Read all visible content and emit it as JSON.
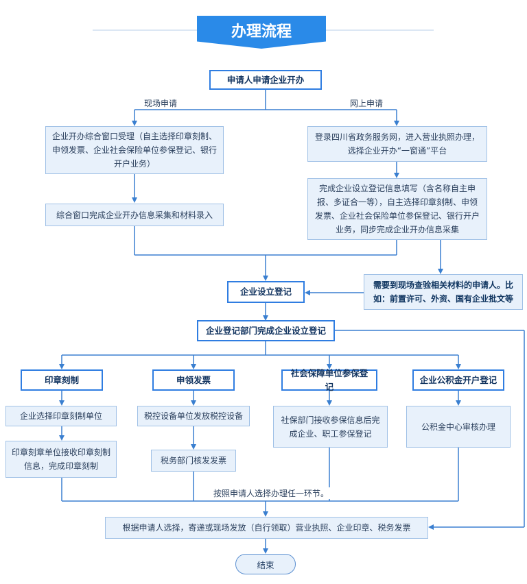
{
  "title": "办理流程",
  "nodes": {
    "applicant": "申请人申请企业开办",
    "onsite_branch": "现场申请",
    "online_branch": "网上申请",
    "window_accept": "企业开办综合窗口受理（自主选择印章刻制、申领发票、企业社会保险单位参保登记、银行开户业务）",
    "window_complete": "综合窗口完成企业开办信息采集和材料录入",
    "login_portal": "登录四川省政务服务网，进入营业执照办理，选择企业开办“一窗通”平台",
    "online_fill": "完成企业设立登记信息填写（含名称自主申报、多证合一等），自主选择印章刻制、申领发票、企业社会保险单位参保登记、银行开户业务，同步完成企业开办信息采集",
    "onsite_check": "需要到现场查验相关材料的申请人。比如：前置许可、外资、国有企业批文等",
    "registration": "企业设立登记",
    "dept_complete": "企业登记部门完成企业设立登记",
    "seal": "印章刻制",
    "invoice": "申领发票",
    "social": "社会保障单位参保登记",
    "fund": "企业公积金开户登记",
    "seal_step1": "企业选择印章刻制单位",
    "seal_step2": "印章刻章单位接收印章刻制信息，完成印章刻制",
    "invoice_step1": "税控设备单位发放税控设备",
    "invoice_step2": "税务部门核发发票",
    "social_step": "社保部门接收参保信息后完成企业、职工参保登记",
    "fund_step": "公积金中心审核办理",
    "choose_note": "按照申请人选择办理任一环节。",
    "deliver": "根据申请人选择，寄递或现场发放（自行领取）营业执照、企业印章、税务发票",
    "end": "结束"
  },
  "colors": {
    "accent": "#2a8ae8",
    "line": "#3a7fd0",
    "box_fill": "#e8f1fb",
    "box_border": "#9fc0e6"
  }
}
